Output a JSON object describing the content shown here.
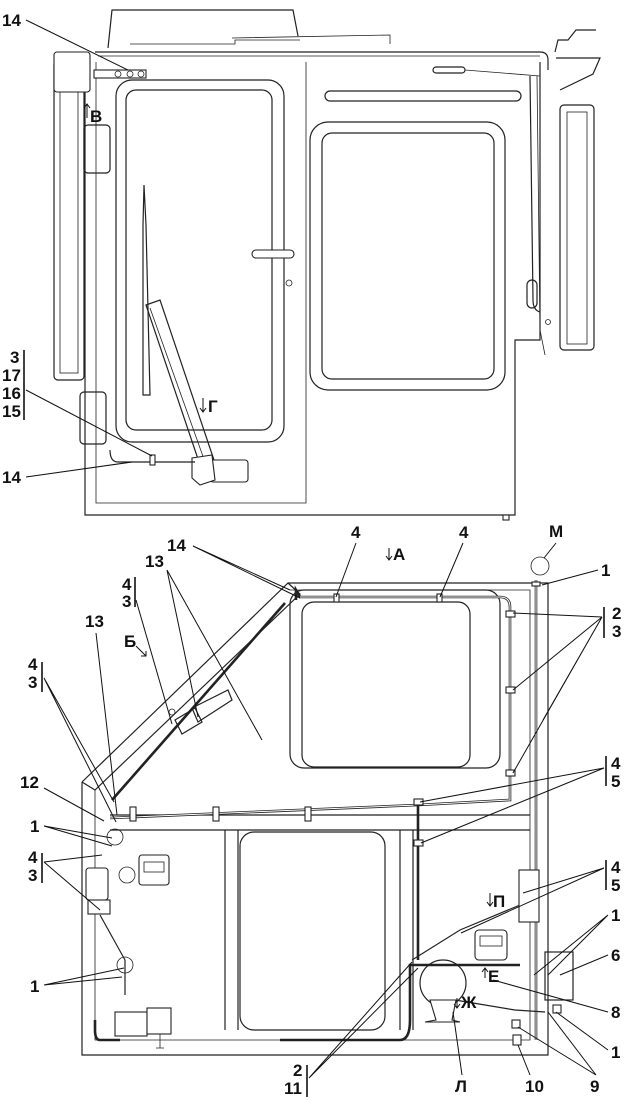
{
  "figure": {
    "type": "technical-drawing",
    "subject": "cab washer hose routing",
    "views": [
      "side-view",
      "top-view"
    ]
  },
  "top_view": {
    "view_markers": [
      {
        "id": "V",
        "text": "В",
        "arrow": "up"
      },
      {
        "id": "G",
        "text": "Г",
        "arrow": "down"
      }
    ],
    "callouts": [
      {
        "id": "tv-14-top",
        "text": "14"
      },
      {
        "id": "tv-stack",
        "lines": [
          "3",
          "17",
          "16",
          "15"
        ]
      },
      {
        "id": "tv-14-bottom",
        "text": "14"
      }
    ]
  },
  "bottom_view": {
    "view_markers": [
      {
        "id": "A",
        "text": "А",
        "arrow": "down"
      },
      {
        "id": "B",
        "text": "Б",
        "arrow": "diagonal"
      },
      {
        "id": "M",
        "text": "М",
        "circle": true
      },
      {
        "id": "P",
        "text": "П",
        "arrow": "down"
      },
      {
        "id": "E",
        "text": "Е",
        "arrow": "up"
      },
      {
        "id": "Zh",
        "text": "Ж",
        "arrow": "down"
      },
      {
        "id": "L",
        "text": "Л"
      }
    ],
    "callouts": [
      {
        "id": "bv-14",
        "text": "14"
      },
      {
        "id": "bv-4-a",
        "text": "4"
      },
      {
        "id": "bv-4-b",
        "text": "4"
      },
      {
        "id": "bv-13-a",
        "text": "13"
      },
      {
        "id": "bv-13-b",
        "text": "13"
      },
      {
        "id": "bv-43-upper",
        "lines": [
          "4",
          "3"
        ]
      },
      {
        "id": "bv-43-left",
        "lines": [
          "4",
          "3"
        ]
      },
      {
        "id": "bv-12",
        "text": "12"
      },
      {
        "id": "bv-1-left-a",
        "text": "1"
      },
      {
        "id": "bv-43-mid",
        "lines": [
          "4",
          "3"
        ]
      },
      {
        "id": "bv-1-left-b",
        "text": "1"
      },
      {
        "id": "bv-1-right-top",
        "text": "1"
      },
      {
        "id": "bv-23",
        "lines": [
          "2",
          "3"
        ]
      },
      {
        "id": "bv-45-a",
        "lines": [
          "4",
          "5"
        ]
      },
      {
        "id": "bv-45-b",
        "lines": [
          "4",
          "5"
        ]
      },
      {
        "id": "bv-1-right-mid",
        "text": "1"
      },
      {
        "id": "bv-6",
        "text": "6"
      },
      {
        "id": "bv-8",
        "text": "8"
      },
      {
        "id": "bv-1-right-low",
        "text": "1"
      },
      {
        "id": "bv-211",
        "lines": [
          "2",
          "11"
        ]
      },
      {
        "id": "bv-10",
        "text": "10"
      },
      {
        "id": "bv-9",
        "text": "9"
      }
    ]
  }
}
